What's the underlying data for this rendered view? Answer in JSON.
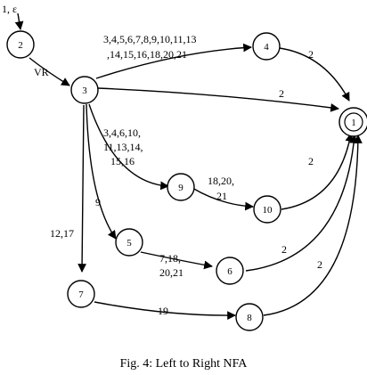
{
  "diagram": {
    "start_label": "1, ε",
    "states": [
      {
        "id": "1",
        "label": "1",
        "accepting": true
      },
      {
        "id": "2",
        "label": "2",
        "accepting": false
      },
      {
        "id": "3",
        "label": "3",
        "accepting": false
      },
      {
        "id": "4",
        "label": "4",
        "accepting": false
      },
      {
        "id": "5",
        "label": "5",
        "accepting": false
      },
      {
        "id": "6",
        "label": "6",
        "accepting": false
      },
      {
        "id": "7",
        "label": "7",
        "accepting": false
      },
      {
        "id": "8",
        "label": "8",
        "accepting": false
      },
      {
        "id": "9",
        "label": "9",
        "accepting": false
      },
      {
        "id": "10",
        "label": "10",
        "accepting": false
      }
    ],
    "transitions": [
      {
        "from": "2",
        "to": "3",
        "label": [
          "VR"
        ]
      },
      {
        "from": "3",
        "to": "4",
        "label": [
          "3,4,5,6,7,8,9,10,11,13",
          ",14,15,16,18,20,21"
        ]
      },
      {
        "from": "3",
        "to": "1",
        "label": [
          "2"
        ]
      },
      {
        "from": "4",
        "to": "1",
        "label": [
          "2"
        ]
      },
      {
        "from": "3",
        "to": "9",
        "label": [
          "3,4,6,10,",
          "11,13,14,",
          "15,16"
        ]
      },
      {
        "from": "9",
        "to": "10",
        "label": [
          "18,20,",
          "21"
        ]
      },
      {
        "from": "10",
        "to": "1",
        "label": [
          "2"
        ]
      },
      {
        "from": "3",
        "to": "5",
        "label": [
          "9"
        ]
      },
      {
        "from": "5",
        "to": "6",
        "label": [
          "7,18,",
          "20,21"
        ]
      },
      {
        "from": "6",
        "to": "1",
        "label": [
          "2"
        ]
      },
      {
        "from": "3",
        "to": "7",
        "label": [
          "12,17"
        ]
      },
      {
        "from": "7",
        "to": "8",
        "label": [
          "19"
        ]
      },
      {
        "from": "8",
        "to": "1",
        "label": [
          "2"
        ]
      }
    ]
  },
  "caption": "Fig. 4: Left to Right NFA"
}
